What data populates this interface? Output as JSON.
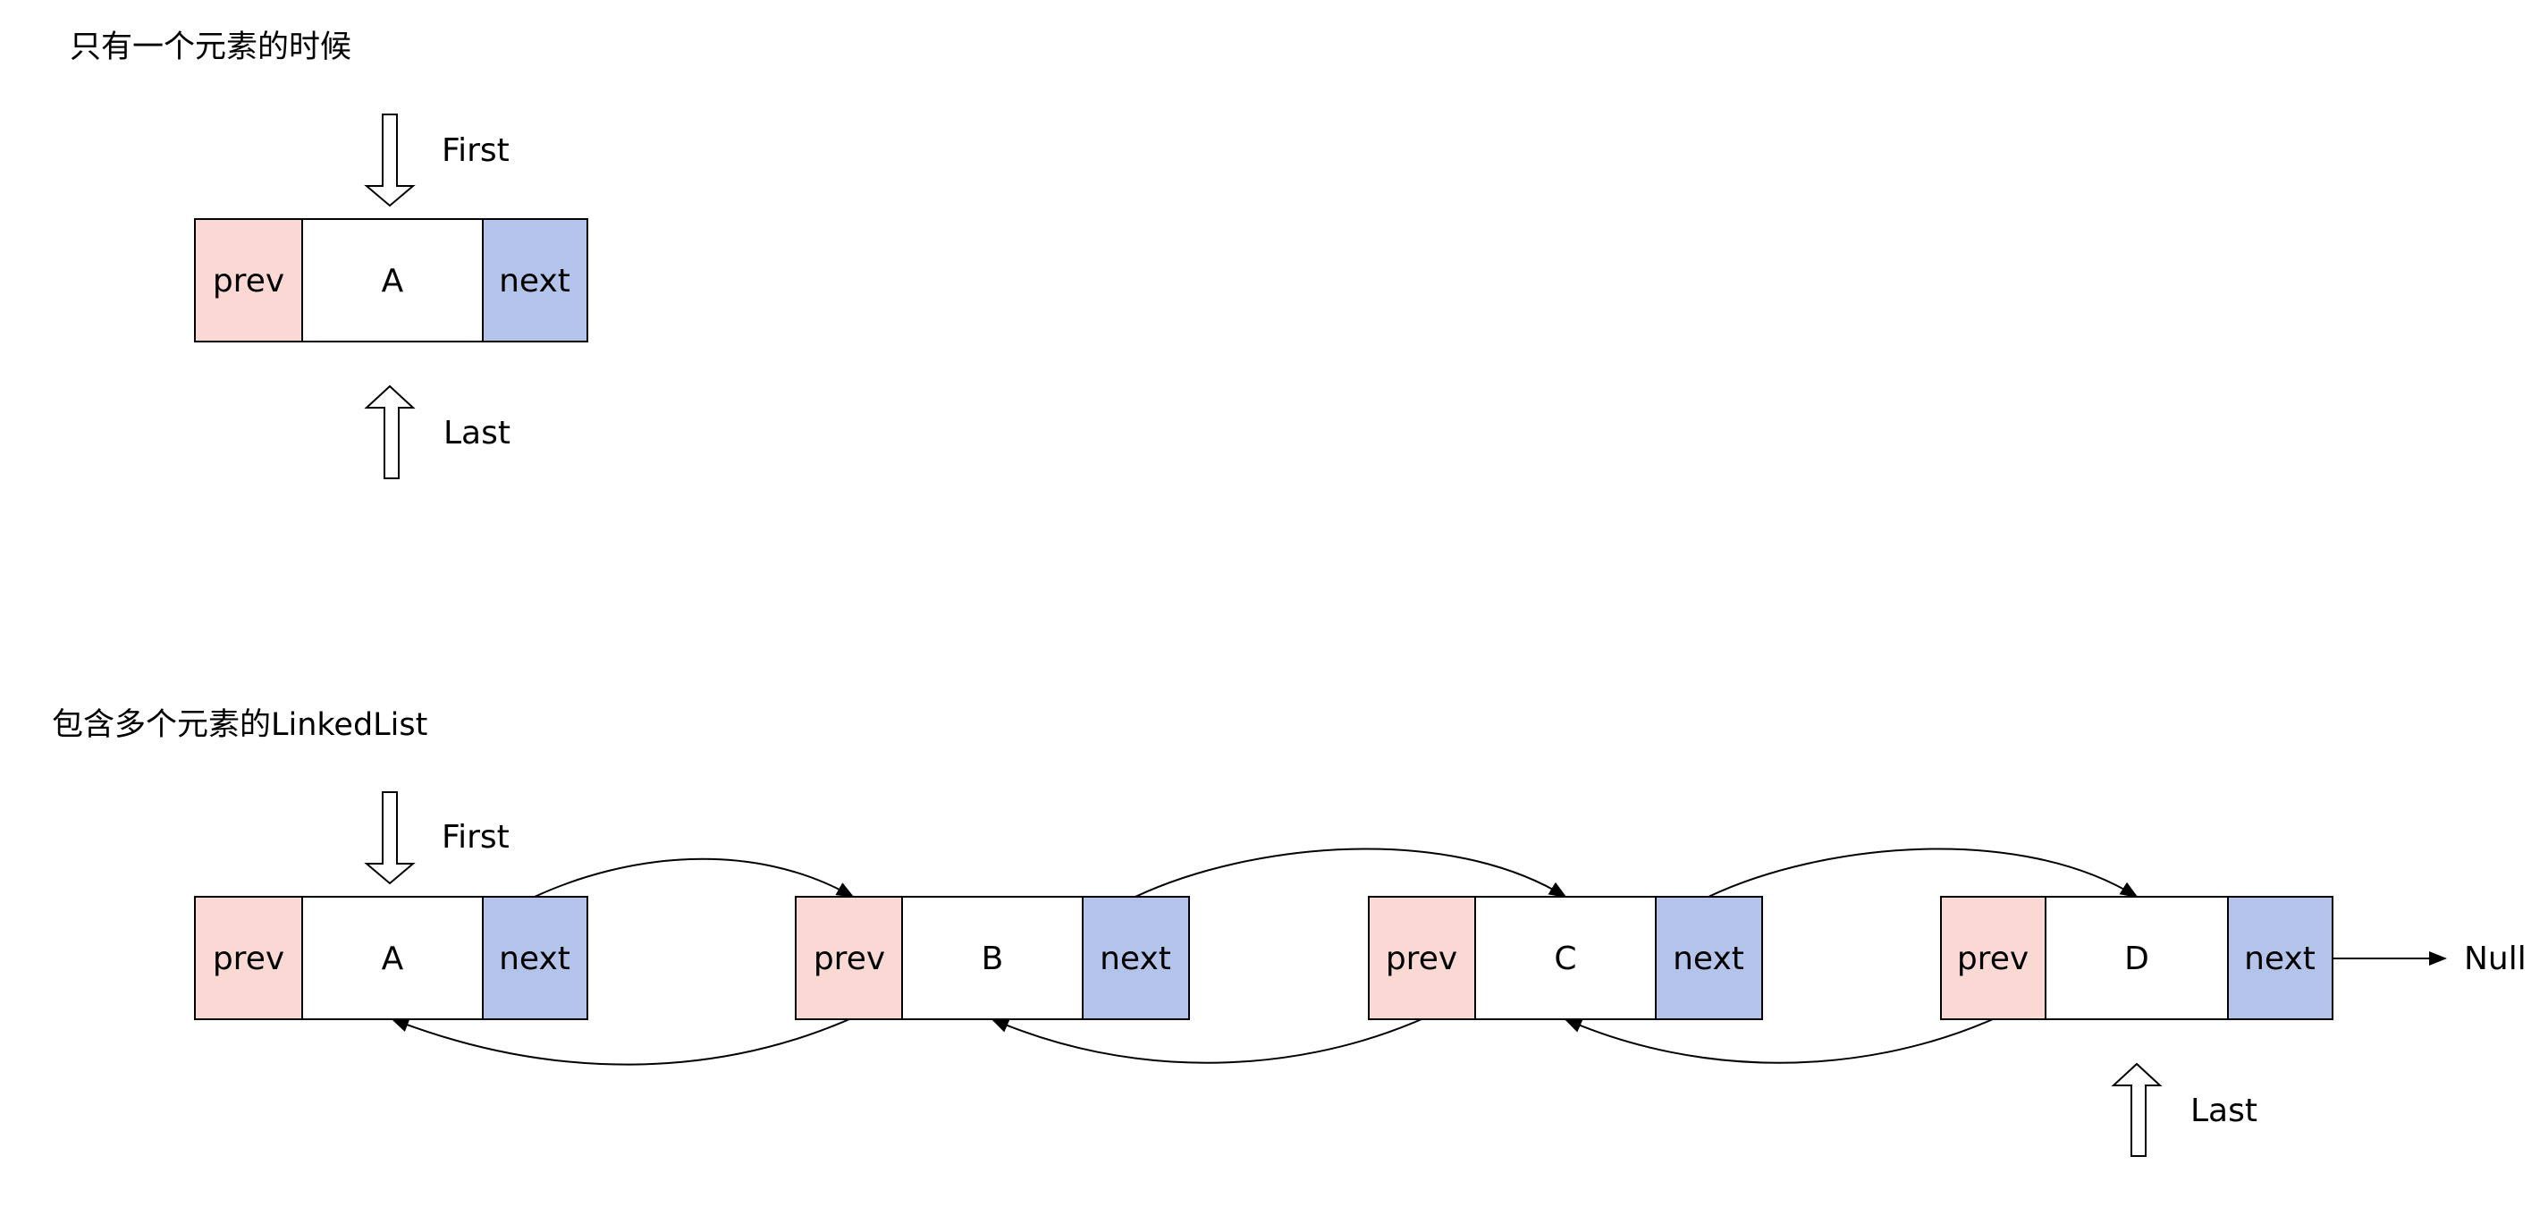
{
  "colors": {
    "prev_fill": "#FAD9D5",
    "value_fill": "#FFFFFF",
    "next_fill": "#B3C3EA",
    "stroke": "#000000"
  },
  "single": {
    "heading": "只有一个元素的时候",
    "node": {
      "prev": "prev",
      "value": "A",
      "next": "next"
    },
    "first_label": "First",
    "last_label": "Last"
  },
  "multi": {
    "heading": "包含多个元素的LinkedList",
    "nodes": [
      {
        "prev": "prev",
        "value": "A",
        "next": "next"
      },
      {
        "prev": "prev",
        "value": "B",
        "next": "next"
      },
      {
        "prev": "prev",
        "value": "C",
        "next": "next"
      },
      {
        "prev": "prev",
        "value": "D",
        "next": "next"
      }
    ],
    "first_label": "First",
    "last_label": "Last",
    "null_label": "Null"
  }
}
